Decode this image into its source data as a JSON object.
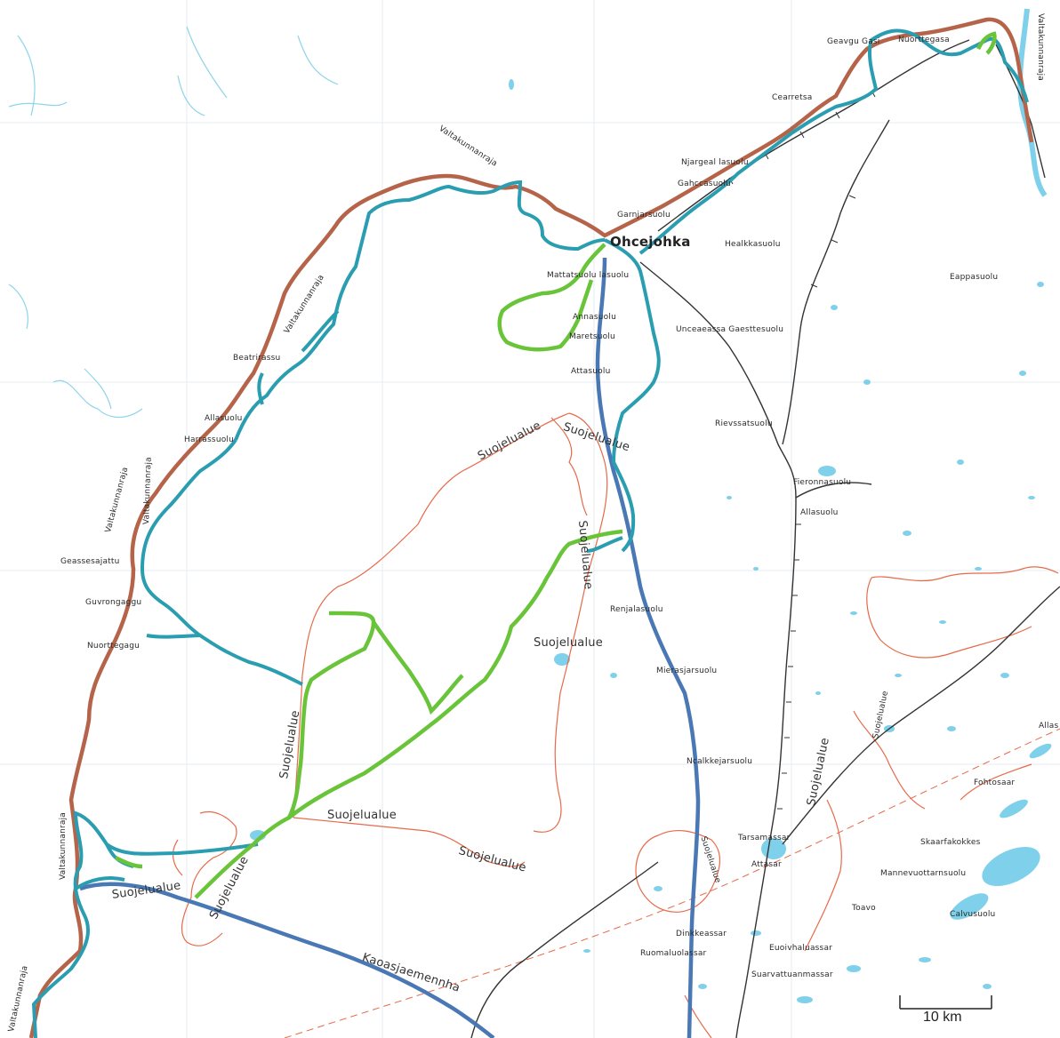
{
  "map": {
    "scale_label": "10 km",
    "labels": {
      "ohcejohka": "Ohcejohka",
      "valta_1": "Valtakunnanraja",
      "valta_2": "Valtakunnanraja",
      "valta_3": "Valtakunnanraja",
      "valta_4": "Valtakunnanraja",
      "valta_5": "Valtakunnanraja",
      "valta_6": "Valtakunnanraja",
      "valta_7": "Valtakunnanraja",
      "suoj_1": "Suojelualue",
      "suoj_2": "Suojelualue",
      "suoj_3": "Suojelualue",
      "suoj_4": "Suojelualue",
      "suoj_5": "Suojelualue",
      "suoj_6": "Suojelualue",
      "suoj_7": "Suojelualue",
      "suoj_8": "Suojelualue",
      "suoj_9": "Suojelualue",
      "suoj_10": "Suojelualue",
      "suoj_11": "Suojelualue",
      "suoj_12": "Suojelualue",
      "kaoasjaemennha": "Kaoasjaemennha",
      "geavgu": "Geavgu Gasi",
      "nuorttegasa": "Nuorttegasa",
      "cearretsa": "Cearretsa",
      "njargeal": "Njargeal lasuolu",
      "gahcc": "Gahccasuolu",
      "garnjar": "Garnjarsuolu",
      "healkk": "Healkkasuolu",
      "eappas": "Eappasuolu",
      "mattats": "Mattatsuolu lasuolu",
      "annas": "Annasuolu",
      "maretsuolu": "Maretsuolu",
      "unceae": "Unceaeassa Gaesttesuolu",
      "attasuolu": "Attasuolu",
      "beatr": "Beatrirassu",
      "allas": "Allasuolu",
      "harrass": "Harrassuolu",
      "rievss": "Rievssatsuolu",
      "fieronn": "Fieronnasuolu",
      "allas2": "Allasuolu",
      "geassesaj": "Geassesajattu",
      "guvrong": "Guvrongaggu",
      "nuortteg": "Nuorttegagu",
      "renjal": "Renjalasuolu",
      "mierasj": "Mierasjarsuolu",
      "ncalkke": "Ncalkkejarsuolu",
      "allas3": "Allas",
      "fohtos": "Fohtosaar",
      "skaarf": "Skaarfakokkes",
      "mannevu": "Mannevuottarnsuolu",
      "tarsam": "Tarsamassar",
      "attasar": "Attasar",
      "toavo": "Toavo",
      "calvus": "Calvusuolu",
      "dinkk": "Dinkkeassar",
      "ruomal": "Ruomaluolassar",
      "euoiv": "Euoivhaluassar",
      "suarv": "Suarvattuanmassar"
    }
  }
}
